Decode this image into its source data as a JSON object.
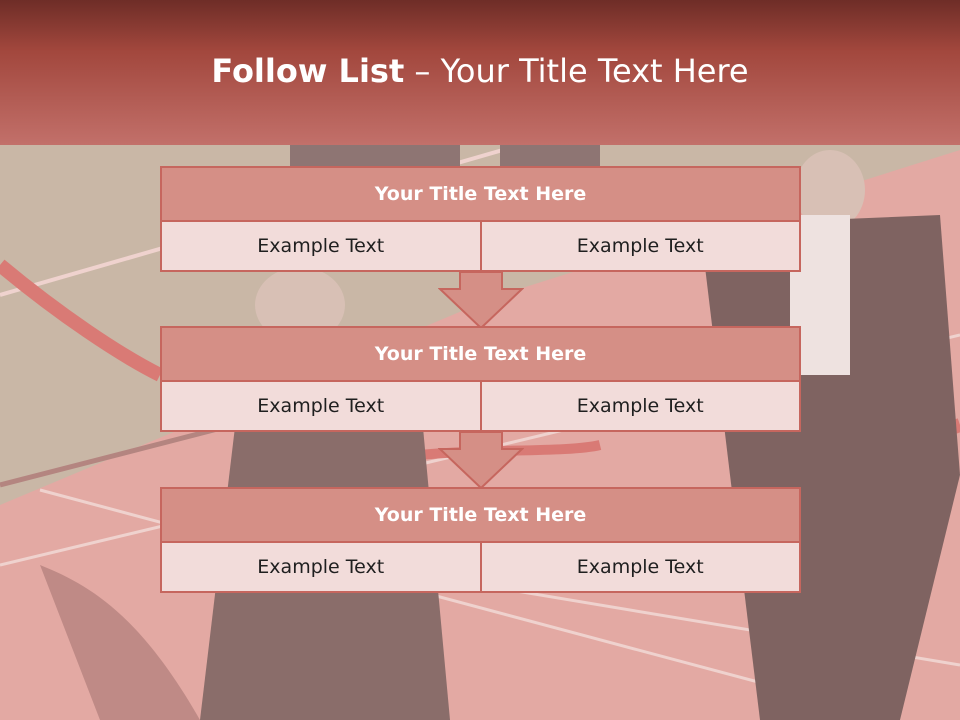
{
  "header": {
    "title_bold": "Follow List",
    "title_rest": " – Your Title Text Here"
  },
  "blocks": [
    {
      "title": "Your Title Text Here",
      "left": "Example Text",
      "right": "Example Text"
    },
    {
      "title": "Your Title Text Here",
      "left": "Example Text",
      "right": "Example Text"
    },
    {
      "title": "Your Title Text Here",
      "left": "Example Text",
      "right": "Example Text"
    }
  ],
  "colors": {
    "header_dark": "#6e2d27",
    "header_light": "#c2706a",
    "box_title_fill": "#d58f86",
    "box_border": "#c6665e",
    "cell_fill": "#f2dcda",
    "arrow_fill": "#d58f86"
  }
}
